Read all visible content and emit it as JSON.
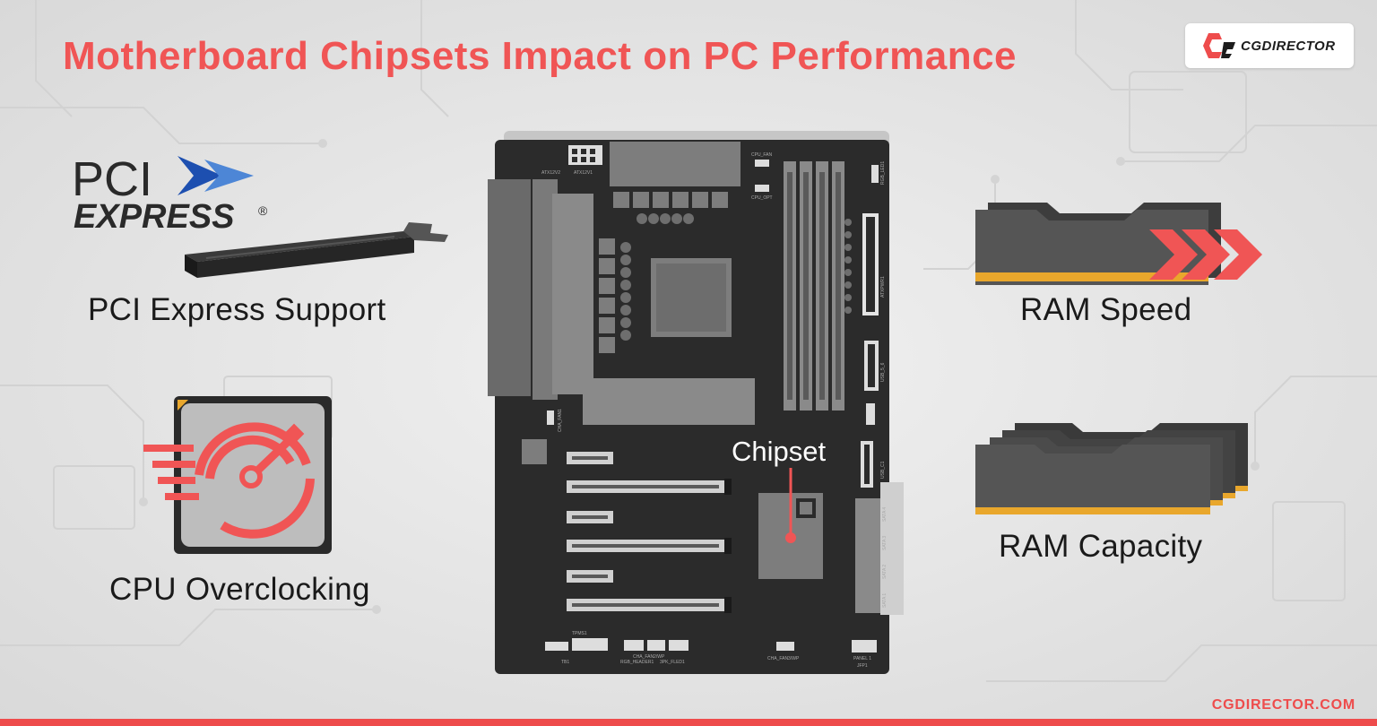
{
  "title": "Motherboard Chipsets Impact on PC Performance",
  "logo": {
    "text": "CGDIRECTOR"
  },
  "website": "CGDIRECTOR.COM",
  "pcie_logo": {
    "line1": "PCI",
    "line2": "EXPRESS",
    "mark": "®"
  },
  "labels": {
    "pcie": "PCI Express Support",
    "cpu": "CPU Overclocking",
    "ram_speed": "RAM Speed",
    "ram_capacity": "RAM Capacity",
    "chipset": "Chipset"
  },
  "board_labels": {
    "atx12v2": "ATX12V2",
    "atx12v1": "ATX12V1",
    "cpu_fan": "CPU_FAN",
    "cpu_opt": "CPU_OPT",
    "rgb": "RGB_LED1",
    "atxpwr": "ATXPWR1",
    "usb": "USB_5_6",
    "cha_fan1": "CHA_FAN1",
    "usb_c": "USB_C1",
    "sata4": "SATA 4",
    "sata3": "SATA 3",
    "sata2": "SATA 2",
    "sata1": "SATA 1",
    "tpm": "TPMS1",
    "tb1": "TB1",
    "rgb_header": "RGB_HEADER1",
    "cha_fan2": "CHA_FAN2/WP",
    "argb": "3PK_FLED1",
    "cha_fan3": "CHA_FAN3/WP",
    "panel": "PANEL 1",
    "jfp": "JFP1"
  },
  "colors": {
    "accent": "#f05555",
    "board": "#2b2b2b",
    "component": "#7d7d7d",
    "text": "#1a1a1a",
    "ram_gold": "#e9a72c",
    "pcie_blue": "#1d4fb0"
  },
  "icons": [
    "cgdirector-logo-icon",
    "pcie-slot-icon",
    "cpu-gauge-icon",
    "ram-stick-icon",
    "speed-chevrons-icon",
    "motherboard-illustration"
  ]
}
